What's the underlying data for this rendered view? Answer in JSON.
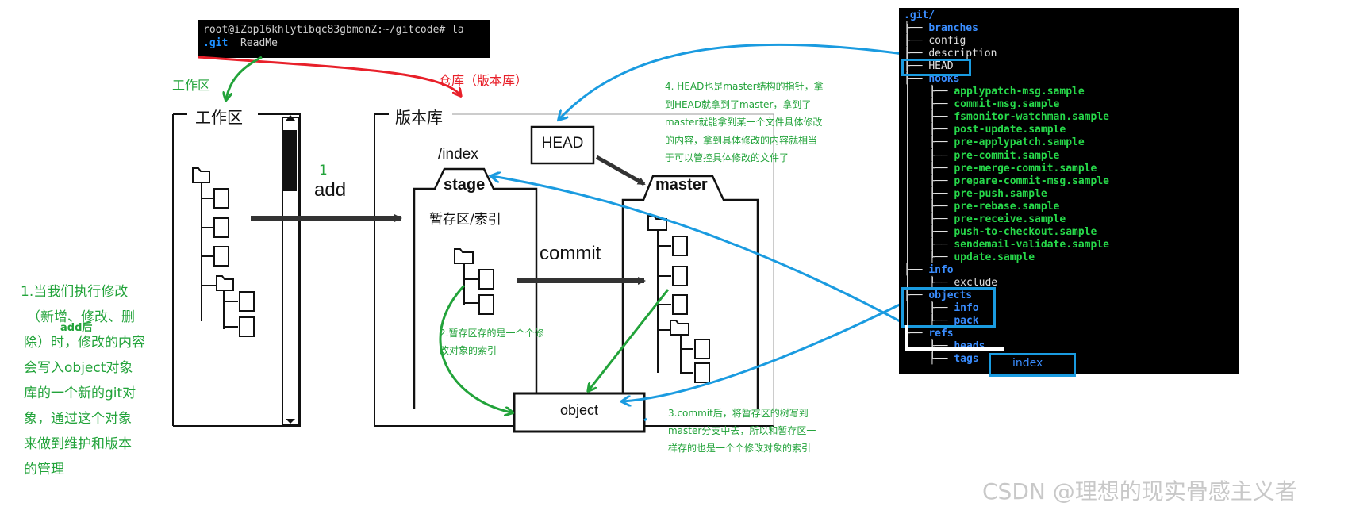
{
  "terminal": {
    "prompt": "root@iZbp16khlytibqc83gbmonZ:~/gitcode# la",
    "dir_git": ".git",
    "dir_readme": "ReadMe"
  },
  "labels": {
    "workspace_green": "工作区",
    "repo_red": "仓库（版本库）",
    "workspace_box": "工作区",
    "repo_box": "版本库",
    "head": "HEAD",
    "index": "/index",
    "stage": "stage",
    "stage_cn": "暂存区/索引",
    "master": "master",
    "object": "object",
    "add_num": "1",
    "add": "add",
    "commit": "commit"
  },
  "notes": {
    "note1_line1": "1.当我们执行修改",
    "note1_line2": "（新增、修改、删",
    "note1_add": "add后",
    "note1_line3": "除）时，修改的内容",
    "note1_line4": "会写入object对象",
    "note1_line5": "库的一个新的git对",
    "note1_line6": "象，通过这个对象",
    "note1_line7": "来做到维护和版本",
    "note1_line8": "的管理",
    "note2_line1": "2.暂存区存的是一个个修",
    "note2_line2": "改对象的索引",
    "note3_line1": "3.commit后，将暂存区的树写到",
    "note3_line2": "master分支中去，所以和暂存区一",
    "note3_line3": "样存的也是一个个修改对象的索引",
    "note4_line1": "4. HEAD也是master结构的指针，拿",
    "note4_line2": "到HEAD就拿到了master，拿到了",
    "note4_line3": "master就能拿到某一个文件具体修改",
    "note4_line4": "的内容，拿到具体修改的内容就相当",
    "note4_line5": "于可以管控具体修改的文件了"
  },
  "git_tree": {
    "root": ".git/",
    "items": [
      {
        "text": "branches",
        "color": "blue",
        "depth": 1
      },
      {
        "text": "config",
        "color": "white",
        "depth": 1
      },
      {
        "text": "description",
        "color": "white",
        "depth": 1
      },
      {
        "text": "HEAD",
        "color": "white",
        "depth": 1
      },
      {
        "text": "hooks",
        "color": "blue",
        "depth": 1
      },
      {
        "text": "applypatch-msg.sample",
        "color": "green",
        "depth": 2
      },
      {
        "text": "commit-msg.sample",
        "color": "green",
        "depth": 2
      },
      {
        "text": "fsmonitor-watchman.sample",
        "color": "green",
        "depth": 2
      },
      {
        "text": "post-update.sample",
        "color": "green",
        "depth": 2
      },
      {
        "text": "pre-applypatch.sample",
        "color": "green",
        "depth": 2
      },
      {
        "text": "pre-commit.sample",
        "color": "green",
        "depth": 2
      },
      {
        "text": "pre-merge-commit.sample",
        "color": "green",
        "depth": 2
      },
      {
        "text": "prepare-commit-msg.sample",
        "color": "green",
        "depth": 2
      },
      {
        "text": "pre-push.sample",
        "color": "green",
        "depth": 2
      },
      {
        "text": "pre-rebase.sample",
        "color": "green",
        "depth": 2
      },
      {
        "text": "pre-receive.sample",
        "color": "green",
        "depth": 2
      },
      {
        "text": "push-to-checkout.sample",
        "color": "green",
        "depth": 2
      },
      {
        "text": "sendemail-validate.sample",
        "color": "green",
        "depth": 2
      },
      {
        "text": "update.sample",
        "color": "green",
        "depth": 2
      },
      {
        "text": "info",
        "color": "blue",
        "depth": 1
      },
      {
        "text": "exclude",
        "color": "white",
        "depth": 2
      },
      {
        "text": "objects",
        "color": "blue",
        "depth": 1
      },
      {
        "text": "info",
        "color": "blue",
        "depth": 2
      },
      {
        "text": "pack",
        "color": "blue",
        "depth": 2
      },
      {
        "text": "refs",
        "color": "blue",
        "depth": 1
      },
      {
        "text": "heads",
        "color": "blue",
        "depth": 2
      },
      {
        "text": "tags",
        "color": "blue",
        "depth": 2
      }
    ],
    "index_label": "index"
  },
  "watermark": "CSDN @理想的现实骨感主义者",
  "colors": {
    "green": "#22a33a",
    "red": "#e8202a",
    "blue": "#1a9be0",
    "tree_blue": "#3a8dff",
    "tree_green": "#27d84a"
  }
}
